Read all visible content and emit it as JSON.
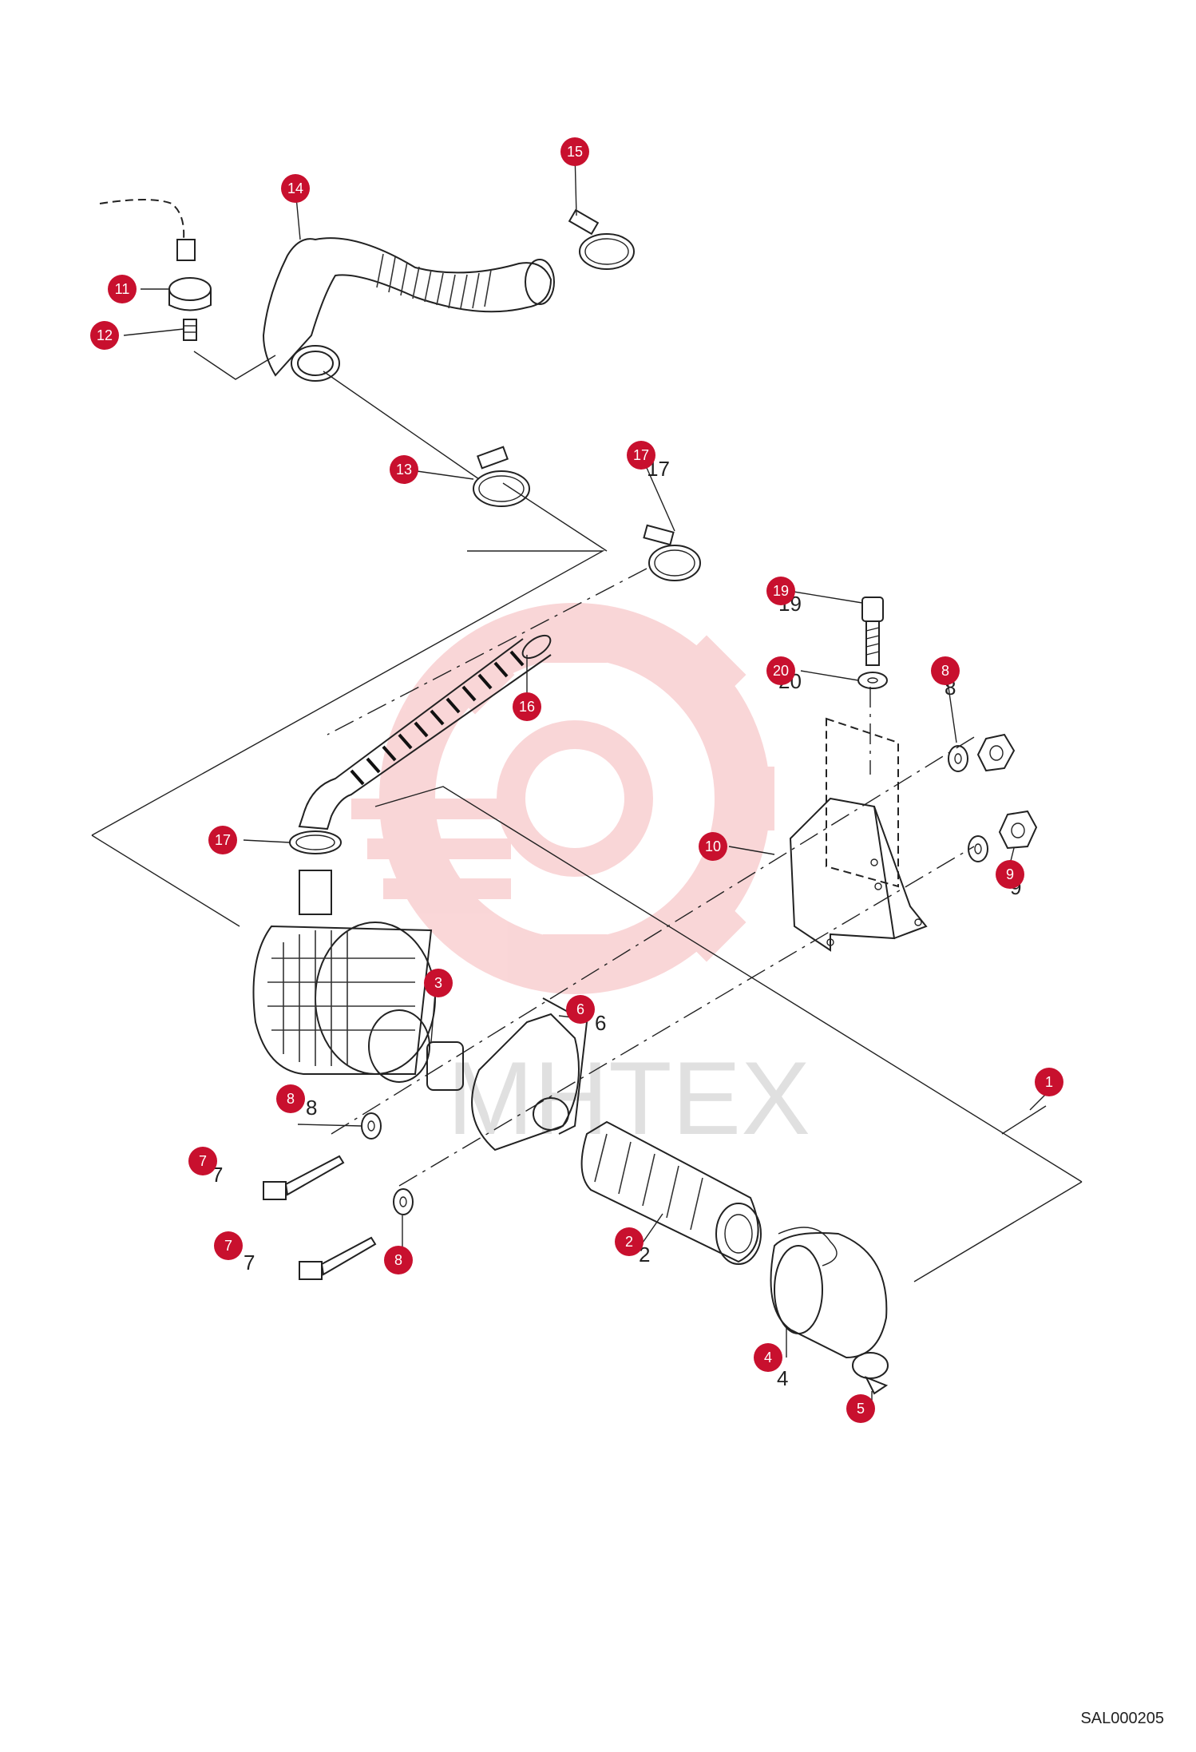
{
  "diagram": {
    "reference_code": "SAL000205",
    "watermark_text": "MHTEX",
    "brand_color": "#c8102e",
    "callouts": [
      {
        "id": "m1",
        "label": "1"
      },
      {
        "id": "m2",
        "label": "2"
      },
      {
        "id": "m3",
        "label": "3"
      },
      {
        "id": "m4",
        "label": "4"
      },
      {
        "id": "m5",
        "label": "5"
      },
      {
        "id": "m6",
        "label": "6"
      },
      {
        "id": "m7a",
        "label": "7"
      },
      {
        "id": "m7b",
        "label": "7"
      },
      {
        "id": "m8a",
        "label": "8"
      },
      {
        "id": "m8b",
        "label": "8"
      },
      {
        "id": "m8c",
        "label": "8"
      },
      {
        "id": "m9",
        "label": "9"
      },
      {
        "id": "m10",
        "label": "10"
      },
      {
        "id": "m11",
        "label": "11"
      },
      {
        "id": "m12",
        "label": "12"
      },
      {
        "id": "m13",
        "label": "13"
      },
      {
        "id": "m14",
        "label": "14"
      },
      {
        "id": "m15",
        "label": "15"
      },
      {
        "id": "m16",
        "label": "16"
      },
      {
        "id": "m17a",
        "label": "17"
      },
      {
        "id": "m17b",
        "label": "17"
      },
      {
        "id": "m19",
        "label": "19"
      },
      {
        "id": "m20",
        "label": "20"
      }
    ],
    "plain_numbers": [
      {
        "id": "n2",
        "label": "2"
      },
      {
        "id": "n4",
        "label": "4"
      },
      {
        "id": "n6",
        "label": "6"
      },
      {
        "id": "n7a",
        "label": "7"
      },
      {
        "id": "n7b",
        "label": "7"
      },
      {
        "id": "n8a",
        "label": "8"
      },
      {
        "id": "n8b",
        "label": "8"
      },
      {
        "id": "n9",
        "label": "9"
      },
      {
        "id": "n17",
        "label": "17"
      },
      {
        "id": "n19",
        "label": "19"
      },
      {
        "id": "n20",
        "label": "20"
      }
    ]
  }
}
